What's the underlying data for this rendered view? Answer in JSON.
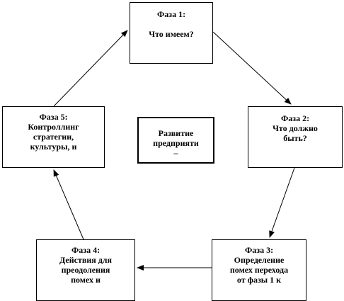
{
  "diagram": {
    "center": {
      "lines": [
        "Развитие",
        "предприяти",
        "–"
      ]
    },
    "phases": [
      {
        "title": "Фаза 1:",
        "lines": [
          "Что имеем?"
        ]
      },
      {
        "title": "Фаза 2:",
        "lines": [
          "Что должно",
          "быть?"
        ]
      },
      {
        "title": "Фаза 3:",
        "lines": [
          "Определение",
          "помех перехода",
          "от фазы  1 к"
        ]
      },
      {
        "title": "Фаза 4:",
        "lines": [
          "Действия для",
          "преодоления",
          "помех и"
        ]
      },
      {
        "title": "Фаза 5:",
        "lines": [
          "Контроллинг",
          "стратегии,",
          "культуры,  и"
        ]
      }
    ],
    "colors": {
      "line": "#000000",
      "background": "#ffffff"
    }
  }
}
